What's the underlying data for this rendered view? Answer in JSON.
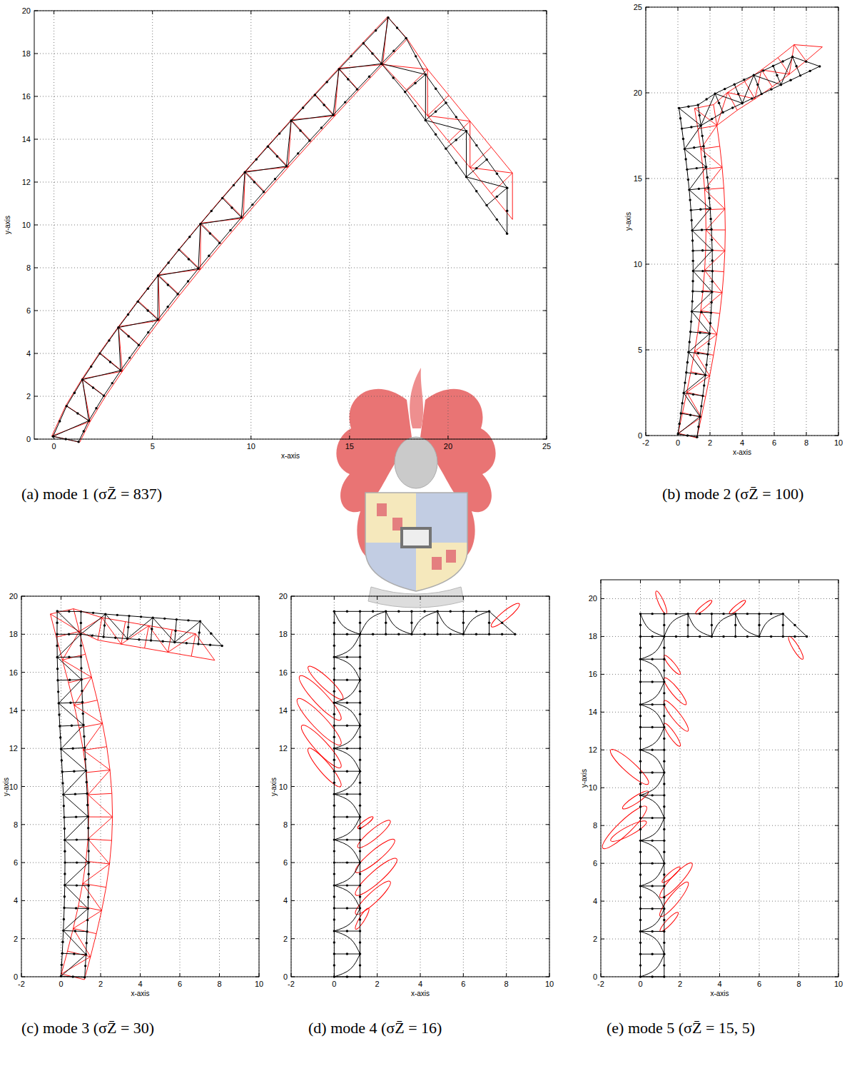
{
  "diagram": {
    "labels": [
      "0",
      "5",
      "10",
      "15",
      "20",
      "25",
      "0",
      "2",
      "4",
      "6",
      "8",
      "10",
      "12",
      "14",
      "16",
      "18",
      "20",
      "x-axis",
      "y-axis",
      "(a) mode 1 (σZ̄ = 837)",
      "-2",
      "0",
      "2",
      "4",
      "6",
      "8",
      "10",
      "0",
      "5",
      "10",
      "15",
      "20",
      "25",
      "x-axis",
      "y-axis",
      "(b) mode 2 (σZ̄ = 100)",
      "-2",
      "0",
      "2",
      "4",
      "6",
      "8",
      "10",
      "0",
      "2",
      "4",
      "6",
      "8",
      "10",
      "12",
      "14",
      "16",
      "18",
      "20",
      "x-axis",
      "y-axis",
      "(c) mode 3 (σZ̄ = 30)",
      "-2",
      "0",
      "2",
      "4",
      "6",
      "8",
      "10",
      "0",
      "2",
      "4",
      "6",
      "8",
      "10",
      "12",
      "14",
      "16",
      "18",
      "20",
      "x-axis",
      "y-axis",
      "(d) mode 4 (σZ̄ = 16)",
      "-2",
      "0",
      "2",
      "4",
      "6",
      "8",
      "10",
      "0",
      "2",
      "4",
      "6",
      "8",
      "10",
      "12",
      "14",
      "16",
      "18",
      "20",
      "x-axis",
      "y-axis",
      "(e) mode 5 (σZ̄ = 15, 5)"
    ]
  }
}
